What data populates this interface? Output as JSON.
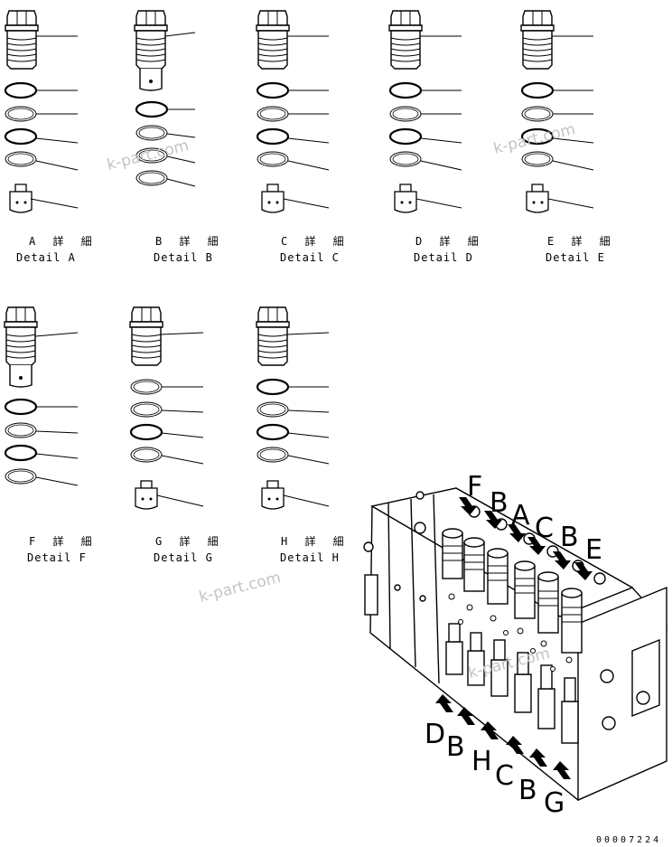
{
  "details": [
    {
      "jp": "A 詳 細",
      "en": "Detail A"
    },
    {
      "jp": "B 詳 細",
      "en": "Detail B"
    },
    {
      "jp": "C 詳 細",
      "en": "Detail C"
    },
    {
      "jp": "D 詳 細",
      "en": "Detail D"
    },
    {
      "jp": "E 詳 細",
      "en": "Detail E"
    },
    {
      "jp": "F 詳 細",
      "en": "Detail F"
    },
    {
      "jp": "G 詳 細",
      "en": "Detail G"
    },
    {
      "jp": "H 詳 細",
      "en": "Detail H"
    }
  ],
  "callouts": {
    "top": [
      "F",
      "B",
      "A",
      "C",
      "B",
      "E"
    ],
    "bottom": [
      "D",
      "B",
      "H",
      "C",
      "B",
      "G"
    ]
  },
  "watermark": "k-part.com",
  "drawing_code": "00007224"
}
